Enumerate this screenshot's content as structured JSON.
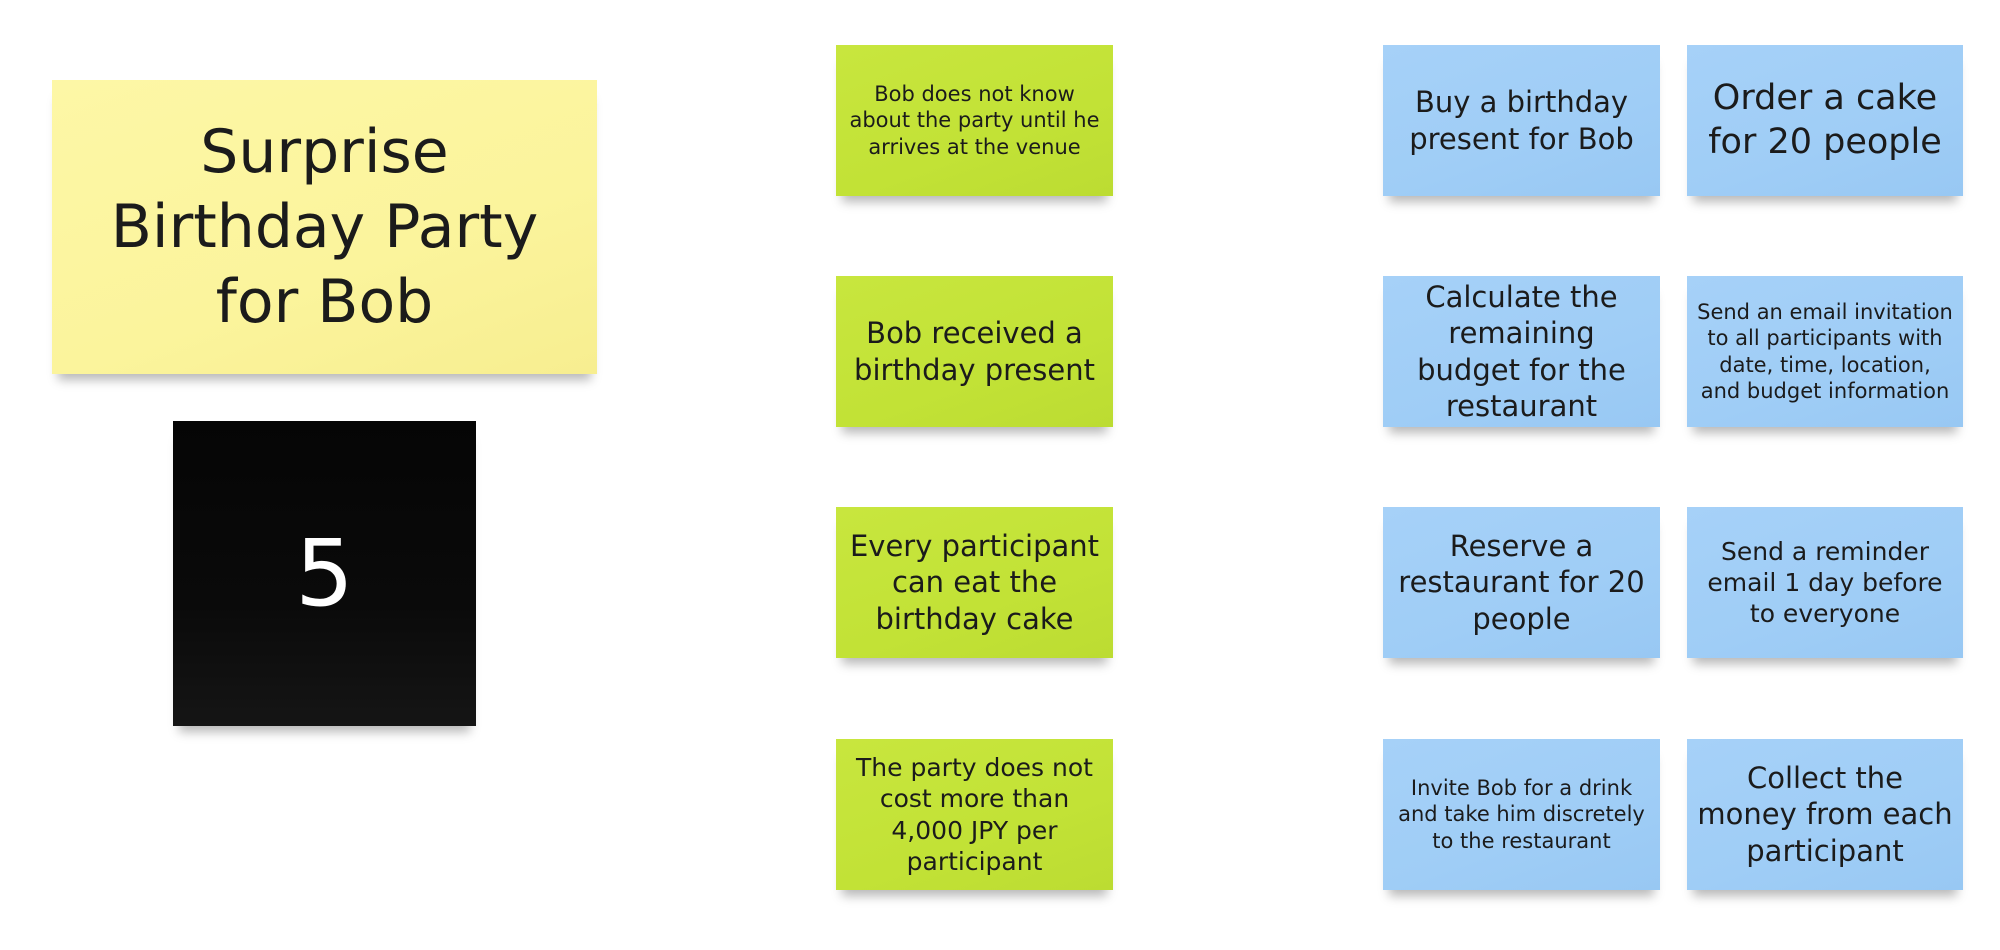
{
  "board": {
    "title_note": "Surprise Birthday Party for Bob",
    "counter": "5",
    "success_criteria": [
      "Bob does not know about the party until he arrives at the venue",
      "Bob received a birthday present",
      "Every participant can eat the birthday cake",
      "The party does not cost more than 4,000 JPY per participant"
    ],
    "tasks_left": [
      "Buy a birthday present for Bob",
      "Calculate the remaining budget for the restaurant",
      "Reserve a restaurant for 20 people",
      "Invite Bob for a drink and take him discretely to the restaurant"
    ],
    "tasks_right": [
      "Order a cake for 20 people",
      "Send an email invitation to all participants with date, time, location, and budget information",
      "Send a reminder email 1 day before to everyone",
      "Collect the money from each participant"
    ]
  },
  "colors": {
    "yellow_note": "#fbf49c",
    "green_note": "#c2e236",
    "blue_note": "#9fcdf6",
    "black_note": "#0a0a0a"
  }
}
